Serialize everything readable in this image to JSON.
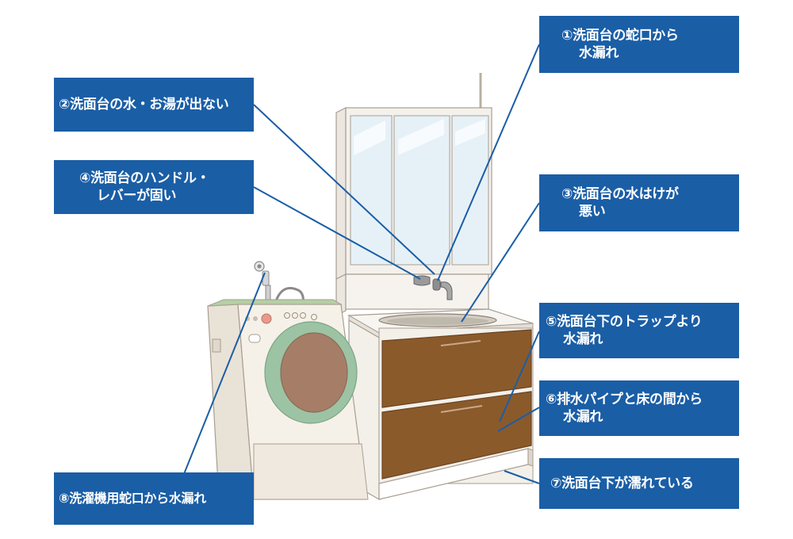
{
  "callouts": {
    "c1": {
      "line1": "①洗面台の蛇口から",
      "line2": "水漏れ"
    },
    "c2": {
      "line1": "②洗面台の水・お湯が出ない"
    },
    "c3": {
      "line1": "③洗面台の水はけが",
      "line2": "悪い"
    },
    "c4": {
      "line1": "④洗面台のハンドル・",
      "line2": "レバーが固い"
    },
    "c5": {
      "line1": "⑤洗面台下のトラップより",
      "line2": "水漏れ"
    },
    "c6": {
      "line1": "⑥排水パイプと床の間から",
      "line2": "水漏れ"
    },
    "c7": {
      "line1": "⑦洗面台下が濡れている"
    },
    "c8": {
      "line1": "⑧洗濯機用蛇口から水漏れ"
    }
  },
  "colors": {
    "callout_bg": "#1a5ea6",
    "leader_line": "#1a5ea6",
    "cabinet_wood": "#8b5a2b",
    "washer_door_ring": "#9cc3a4"
  }
}
